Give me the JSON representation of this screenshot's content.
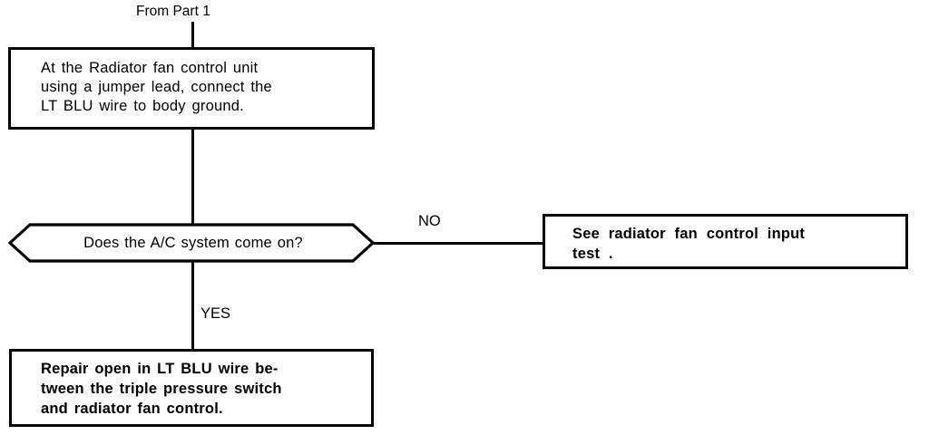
{
  "diagram": {
    "title": "Radiator fan / A-C circuit troubleshooting flowchart",
    "type": "flowchart",
    "colors": {
      "stroke": "#000000",
      "background": "#ffffff",
      "text": "#000000"
    },
    "entry_label": "From Part 1",
    "nodes": {
      "start_box": {
        "shape": "process",
        "text": "At the Radiator fan control unit\nusing a jumper lead, connect the\nLT BLU wire to body ground."
      },
      "decision": {
        "shape": "decision-hexagon",
        "text": "Does the A/C system come on?"
      },
      "no_box": {
        "shape": "process",
        "text": "See  radiator  fan  control  input\ntest ."
      },
      "yes_box": {
        "shape": "process",
        "text": "Repair open in LT BLU wire be-\ntween the triple pressure switch\nand radiator fan control."
      }
    },
    "branches": {
      "no_label": "NO",
      "yes_label": "YES"
    }
  }
}
